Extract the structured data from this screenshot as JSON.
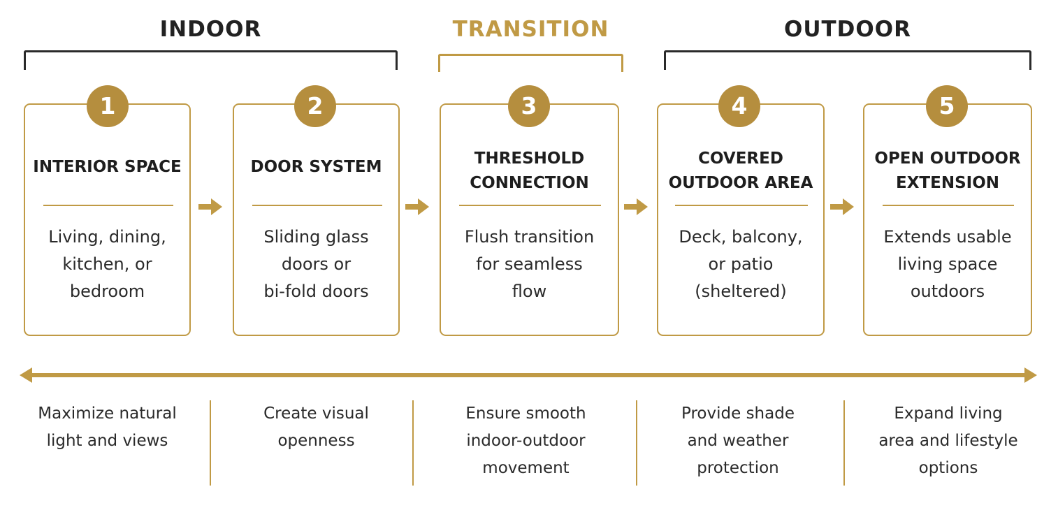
{
  "zones": {
    "indoor": "INDOOR",
    "transition": "TRANSITION",
    "outdoor": "OUTDOOR"
  },
  "colors": {
    "accent": "#b58e3e",
    "border": "#c09a45",
    "text": "#222222"
  },
  "steps": [
    {
      "number": "1",
      "title": [
        "INTERIOR SPACE"
      ],
      "desc": [
        "Living, dining,",
        "kitchen, or",
        "bedroom"
      ]
    },
    {
      "number": "2",
      "title": [
        "DOOR SYSTEM"
      ],
      "desc": [
        "Sliding glass",
        "doors or",
        "bi-fold doors"
      ]
    },
    {
      "number": "3",
      "title": [
        "THRESHOLD",
        "CONNECTION"
      ],
      "desc": [
        "Flush transition",
        "for seamless",
        "flow"
      ]
    },
    {
      "number": "4",
      "title": [
        "COVERED",
        "OUTDOOR AREA"
      ],
      "desc": [
        "Deck, balcony,",
        "or patio",
        "(sheltered)"
      ]
    },
    {
      "number": "5",
      "title": [
        "OPEN OUTDOOR",
        "EXTENSION"
      ],
      "desc": [
        "Extends usable",
        "living space",
        "outdoors"
      ]
    }
  ],
  "benefits": [
    [
      "Maximize natural",
      "light and views"
    ],
    [
      "Create visual",
      "openness"
    ],
    [
      "Ensure smooth",
      "indoor-outdoor",
      "movement"
    ],
    [
      "Provide shade",
      "and weather",
      "protection"
    ],
    [
      "Expand living",
      "area and lifestyle",
      "options"
    ]
  ]
}
